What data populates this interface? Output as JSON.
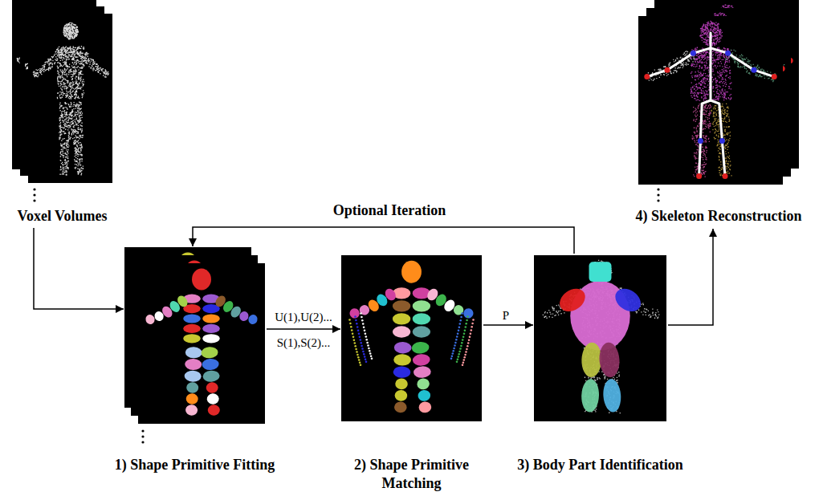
{
  "diagram": {
    "nodes": [
      {
        "text": [
          "Voxel Volumes"
        ]
      },
      {
        "text": [
          "1) Shape Primitive Fitting"
        ]
      },
      {
        "text": [
          "2) Shape Primitive Matching"
        ]
      },
      {
        "text": [
          "3) Body Part Identification"
        ]
      },
      {
        "text": [
          "4) Skeleton Reconstruction"
        ]
      }
    ],
    "edges": [
      {
        "from": 0,
        "to": 1,
        "arrow": "to"
      },
      {
        "from": 1,
        "to": 2,
        "arrow": "to",
        "label": "U(1),U(2)..."
      },
      {
        "from": 2,
        "to": 3,
        "arrow": "to",
        "label": "P"
      },
      {
        "from": 3,
        "to": 4,
        "arrow": "to"
      },
      {
        "from": 3,
        "to": 1,
        "arrow": "to",
        "label": "Optional Iteration"
      }
    ],
    "labels": [
      "S(1),S(2)..."
    ]
  }
}
